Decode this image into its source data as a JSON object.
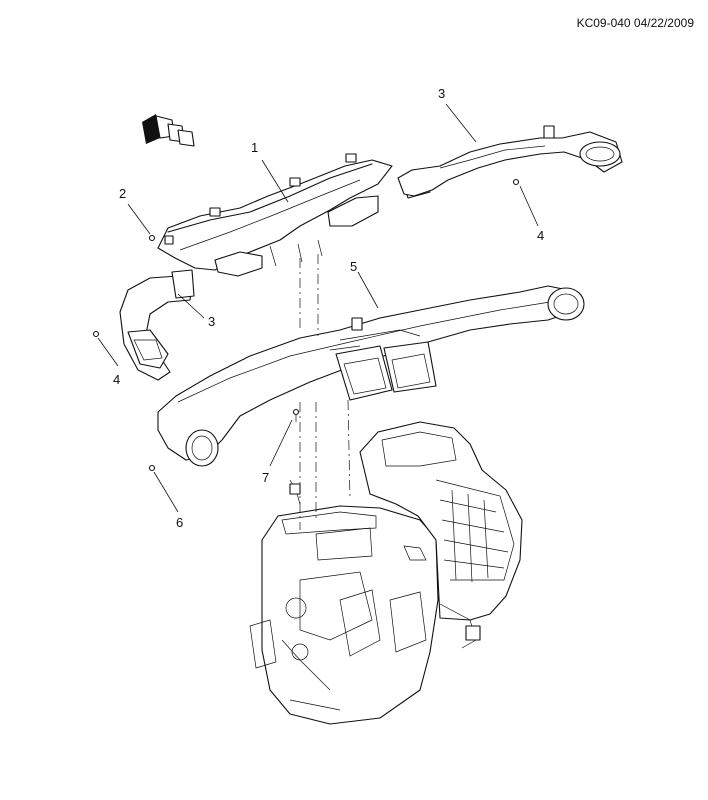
{
  "diagram_code": "KC09-040 04/22/2009",
  "callouts": [
    "1",
    "2",
    "3",
    "3",
    "4",
    "4",
    "5",
    "6",
    "7"
  ]
}
